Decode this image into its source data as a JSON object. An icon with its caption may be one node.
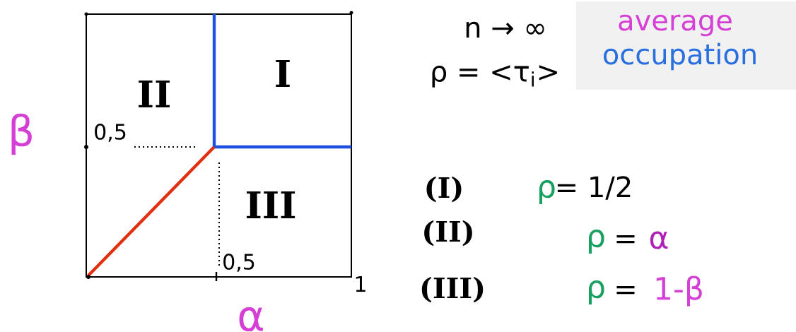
{
  "diagram": {
    "labels": [
      "I",
      "II",
      "β",
      "0,5",
      "III",
      "0,5",
      "1",
      "α",
      "n → ∞",
      "average",
      "ρ = <τ$_{i}$>",
      "occupation",
      "(I)",
      "ρ",
      "= 1/2",
      "(II)",
      "ρ",
      "=",
      "α",
      "(III)",
      "ρ",
      "=",
      "1-β"
    ]
  }
}
